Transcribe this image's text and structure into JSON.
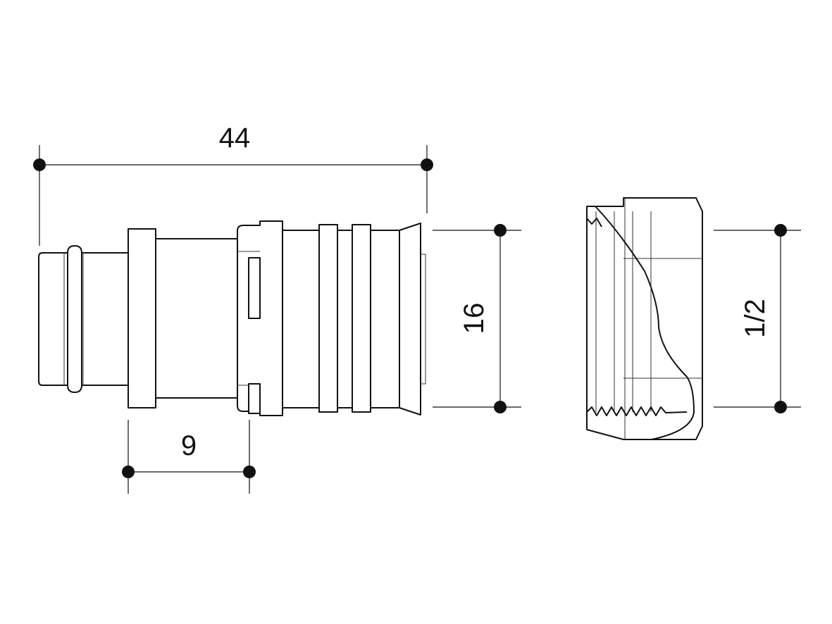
{
  "dimensions": {
    "overall_length": "44",
    "insertion_depth": "9",
    "pipe_diameter": "16",
    "thread_size": "1/2"
  },
  "colors": {
    "line": "#111111",
    "background": "#ffffff"
  }
}
